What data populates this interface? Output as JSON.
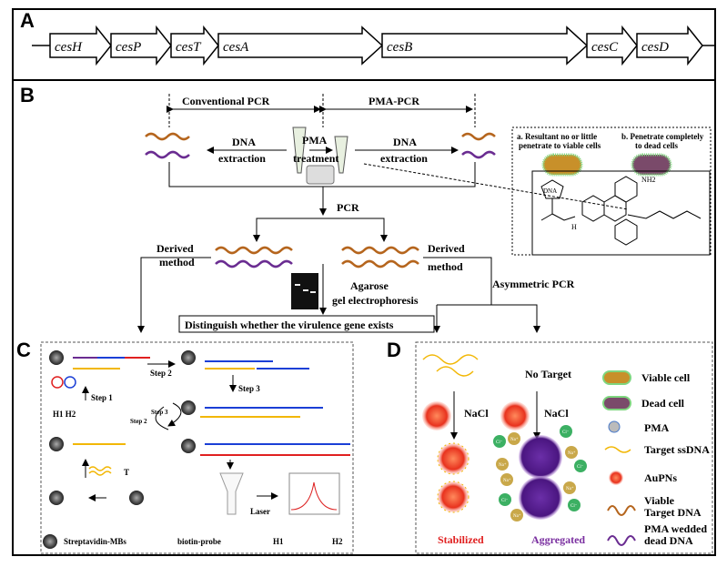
{
  "panels": {
    "a": "A",
    "b": "B",
    "c": "C",
    "d": "D"
  },
  "genes": [
    "cesH",
    "cesP",
    "cesT",
    "cesA",
    "cesB",
    "cesC",
    "cesD"
  ],
  "b": {
    "conventional_pcr": "Conventional PCR",
    "pma_pcr": "PMA-PCR",
    "dna_extraction_1": "DNA",
    "dna_extraction_1b": "extraction",
    "pma": "PMA",
    "treatment": "treatment",
    "dna_extraction_2": "DNA",
    "dna_extraction_2b": "extraction",
    "pcr": "PCR",
    "derived_left": "Derived",
    "method_left": "method",
    "derived_right": "Derived",
    "method_right": "method",
    "asymmetric_pcr": "Asymmetric PCR",
    "agarose": "Agarose",
    "gel": "gel electrophoresis",
    "distinguish": "Distinguish whether the virulence gene exists",
    "inset_a1": "a. Resultant no or little",
    "inset_a2": "penetrate to viable cells",
    "inset_b1": "b. Penetrate completely",
    "inset_b2": "to dead cells",
    "nh2": "NH2",
    "dna_ring": "DNA",
    "nh": "H"
  },
  "c": {
    "step1": "Step 1",
    "step2": "Step 2",
    "step3": "Step 3",
    "step2_small": "Step 2",
    "step3_small": "Step 3",
    "h1h2": "H1 H2",
    "t": "T",
    "laser": "Laser",
    "legend": {
      "mbs": "Streptavidin-MBs",
      "probe": "biotin-probe",
      "h1": "H1",
      "h2": "H2"
    }
  },
  "d": {
    "no_target": "No Target",
    "nacl1": "NaCl",
    "nacl2": "NaCl",
    "stabilized": "Stabilized",
    "aggregated": "Aggregated",
    "legend": [
      "Viable cell",
      "Dead cell",
      "PMA",
      "Target ssDNA",
      "AuPNs",
      "Viable",
      "Target DNA",
      "PMA wedded",
      "dead DNA"
    ],
    "ions": {
      "na": "Na⁺",
      "cl": "Cl⁻"
    }
  },
  "colors": {
    "viable": "#b5651d",
    "dead": "#6a2c91",
    "red": "#e02020",
    "blue": "#1b3fd6",
    "yellow": "#f2b705",
    "green": "#3cb043",
    "stabilized": "#e02020",
    "aggregated": "#7a2fa0"
  }
}
